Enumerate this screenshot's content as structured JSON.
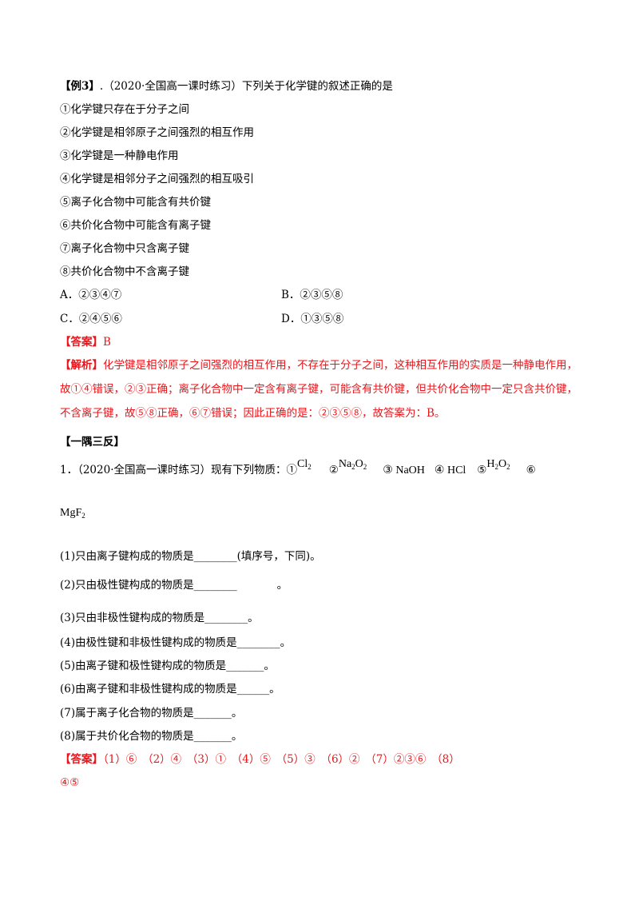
{
  "example": {
    "tag": "【例3】",
    "source": ".（2020·全国高一课时练习）",
    "question": "下列关于化学键的叙述正确的是",
    "statements": [
      "①化学键只存在于分子之间",
      "②化学键是相邻原子之间强烈的相互作用",
      "③化学键是一种静电作用",
      "④化学键是相邻分子之间强烈的相互吸引",
      "⑤离子化合物中可能含有共价键",
      "⑥共价化合物中可能含有离子键",
      "⑦离子化合物中只含离子键",
      "⑧共价化合物中不含离子键"
    ],
    "options": {
      "A": "A．②③④⑦",
      "B": "B．②③⑤⑧",
      "C": "C．②④⑤⑥",
      "D": "D．①③⑤⑧"
    },
    "answer_label": "【答案】",
    "answer_value": "B",
    "analysis_label": "【解析】",
    "analysis_text": "化学键是相邻原子之间强烈的相互作用，不存在于分子之间，这种相互作用的实质是一种静电作用，故①④错误，②③正确；离子化合物中一定含有离子键，可能含有共价键，但共价化合物中一定只含共价键，不含离子键，故⑤⑧正确，⑥⑦错误；因此正确的是：②③⑤⑧，故答案为：B。"
  },
  "practice": {
    "header": "【一隅三反】",
    "q1_intro": "1．（2020·全国高一课时练习）现有下列物质：",
    "substances": {
      "s1_num": "①",
      "s1_main": "Cl",
      "s1_sub": "2",
      "s2_num": "②",
      "s2_a": "Na",
      "s2_a_sub": "2",
      "s2_b": "O",
      "s2_b_sub": "2",
      "s3": "③ NaOH",
      "s4": "④ HCl",
      "s5_num": "⑤",
      "s5_a": "H",
      "s5_a_sub": "2",
      "s5_b": "O",
      "s5_b_sub": "2",
      "s6_num": "⑥",
      "s6_main": "MgF",
      "s6_sub": "2"
    },
    "sub_questions": [
      "(1)只由离子键构成的物质是________(填序号，下同)。",
      "(2)只由极性键构成的物质是________",
      "(3)只由非极性键构成的物质是________。",
      "(4)由极性键和非极性键构成的物质是________。",
      "(5)由离子键和极性键构成的物质是_______。",
      "(6)由离子键和非极性键构成的物质是______。",
      "(7)属于离子化合物的物质是_______。",
      "(8)属于共价化合物的物质是_______。"
    ],
    "q2_tail": "。",
    "answer_label": "【答案】",
    "answer_line1": "（1）⑥　（2）④　（3）①　（4）⑤　（5）③　（6）②　（7）②③⑥　（8）",
    "answer_line2": "④⑤"
  }
}
